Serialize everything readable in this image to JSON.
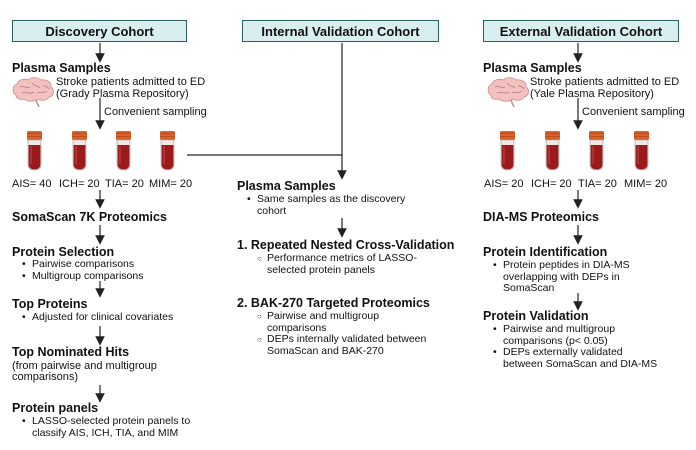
{
  "headers": {
    "discovery": "Discovery Cohort",
    "internal": "Internal Validation Cohort",
    "external": "External Validation Cohort"
  },
  "discovery": {
    "plasma_title": "Plasma Samples",
    "plasma_line1": "Stroke patients admitted to ED",
    "plasma_line2": "(Grady Plasma Repository)",
    "sampling": "Convenient sampling",
    "tubes": [
      "AIS= 40",
      "ICH= 20",
      "TIA= 20",
      "MIM= 20"
    ],
    "proteomics": "SomaScan 7K Proteomics",
    "selection_title": "Protein Selection",
    "selection_items": [
      "Pairwise comparisons",
      "Multigroup comparisons"
    ],
    "top_title": "Top Proteins",
    "top_items": [
      "Adjusted for clinical covariates"
    ],
    "hits_title": "Top Nominated Hits",
    "hits_sub1": "(from pairwise and multigroup",
    "hits_sub2": "comparisons)",
    "panels_title": "Protein panels",
    "panels_line1": "LASSO-selected protein panels to",
    "panels_line2": "classify AIS, ICH, TIA, and MIM"
  },
  "internal": {
    "plasma_title": "Plasma Samples",
    "plasma_line1": "Same samples as the discovery",
    "plasma_line2": "cohort",
    "step1_title": "1.  Repeated Nested Cross-Validation",
    "step1_line1": "Performance metrics of LASSO-",
    "step1_line2": "selected protein panels",
    "step2_title": "2.  BAK-270 Targeted Proteomics",
    "step2_a1": "Pairwise and multigroup",
    "step2_a2": "comparisons",
    "step2_b1": "DEPs internally validated between",
    "step2_b2": "SomaScan and BAK-270"
  },
  "external": {
    "plasma_title": "Plasma Samples",
    "plasma_line1": "Stroke patients admitted to ED",
    "plasma_line2": "(Yale Plasma Repository)",
    "sampling": "Convenient sampling",
    "tubes": [
      "AIS= 20",
      "ICH= 20",
      "TIA= 20",
      "MIM= 20"
    ],
    "proteomics": "DIA-MS Proteomics",
    "ident_title": "Protein Identification",
    "ident_line1": "Protein peptides in DIA-MS",
    "ident_line2": "overlapping with DEPs in",
    "ident_line3": "SomaScan",
    "valid_title": "Protein Validation",
    "valid_a1": "Pairwise and multigroup",
    "valid_a2": "comparisons (p< 0.05)",
    "valid_b1": "DEPs externally validated",
    "valid_b2": "between SomaScan and DIA-MS"
  },
  "colors": {
    "header_fill": "#d9eeee",
    "header_border": "#2a5f5f",
    "tube_cap": "#d9622b",
    "tube_blood": "#9b1b1b"
  },
  "icons": [
    "brain-icon",
    "blood-tube-icon",
    "arrow-down-icon"
  ]
}
